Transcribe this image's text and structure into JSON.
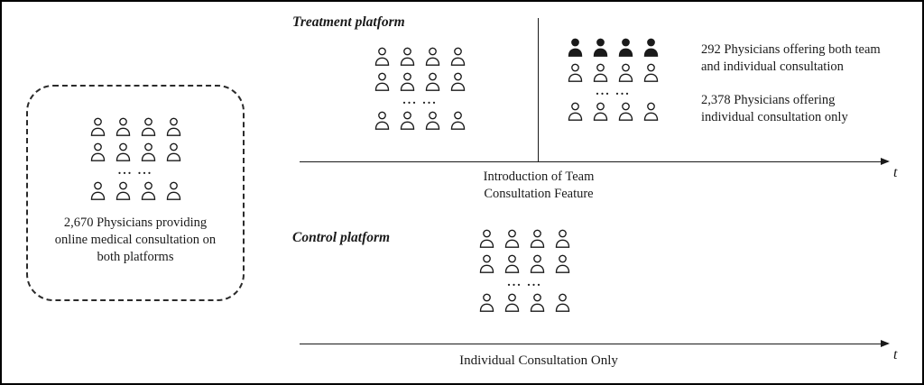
{
  "dots_text": "... ...",
  "cohort_box": {
    "caption": "2,670 Physicians providing online medical consultation on both platforms",
    "grid": {
      "rows": [
        {
          "type": "icons",
          "count": 4,
          "filled": false
        },
        {
          "type": "icons",
          "count": 4,
          "filled": false
        },
        {
          "type": "dots"
        },
        {
          "type": "icons",
          "count": 4,
          "filled": false
        }
      ]
    }
  },
  "treatment": {
    "title": "Treatment platform",
    "pre_grid": {
      "rows": [
        {
          "type": "icons",
          "count": 4,
          "filled": false
        },
        {
          "type": "icons",
          "count": 4,
          "filled": false
        },
        {
          "type": "dots"
        },
        {
          "type": "icons",
          "count": 4,
          "filled": false
        }
      ]
    },
    "post_grid": {
      "rows": [
        {
          "type": "icons",
          "count": 4,
          "filled": true
        },
        {
          "type": "icons",
          "count": 4,
          "filled": false
        },
        {
          "type": "dots"
        },
        {
          "type": "icons",
          "count": 4,
          "filled": false
        }
      ]
    },
    "label_both": "292 Physicians offering both team and individual consultation",
    "label_individual": "2,378 Physicians offering individual consultation only",
    "event_label": "Introduction of Team Consultation Feature",
    "axis_label": "t"
  },
  "control": {
    "title": "Control platform",
    "grid": {
      "rows": [
        {
          "type": "icons",
          "count": 4,
          "filled": false
        },
        {
          "type": "icons",
          "count": 4,
          "filled": false
        },
        {
          "type": "dots"
        },
        {
          "type": "icons",
          "count": 4,
          "filled": false
        }
      ]
    },
    "axis_caption": "Individual Consultation Only",
    "axis_label": "t"
  },
  "colors": {
    "ink": "#1a1a1a",
    "background": "#ffffff"
  }
}
